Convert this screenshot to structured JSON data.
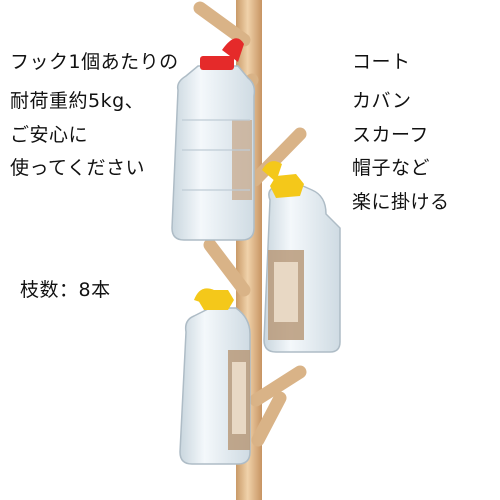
{
  "capacity_text": {
    "line1": "フック1個あたりの",
    "line2": "耐荷重約5kg、",
    "line3": "ご安心に",
    "line4": "使ってください"
  },
  "count_text": "枝数：8本",
  "uses_text": [
    "コート",
    "カバン",
    "スカーフ",
    "帽子など",
    "楽に掛ける"
  ],
  "colors": {
    "wood": "#e7c49a",
    "wood_dark": "#c99a68",
    "red_cap": "#e52a2a",
    "yellow_cap": "#f4c81a",
    "bottle": "#dfe8ee",
    "label": "#b89a7a"
  }
}
